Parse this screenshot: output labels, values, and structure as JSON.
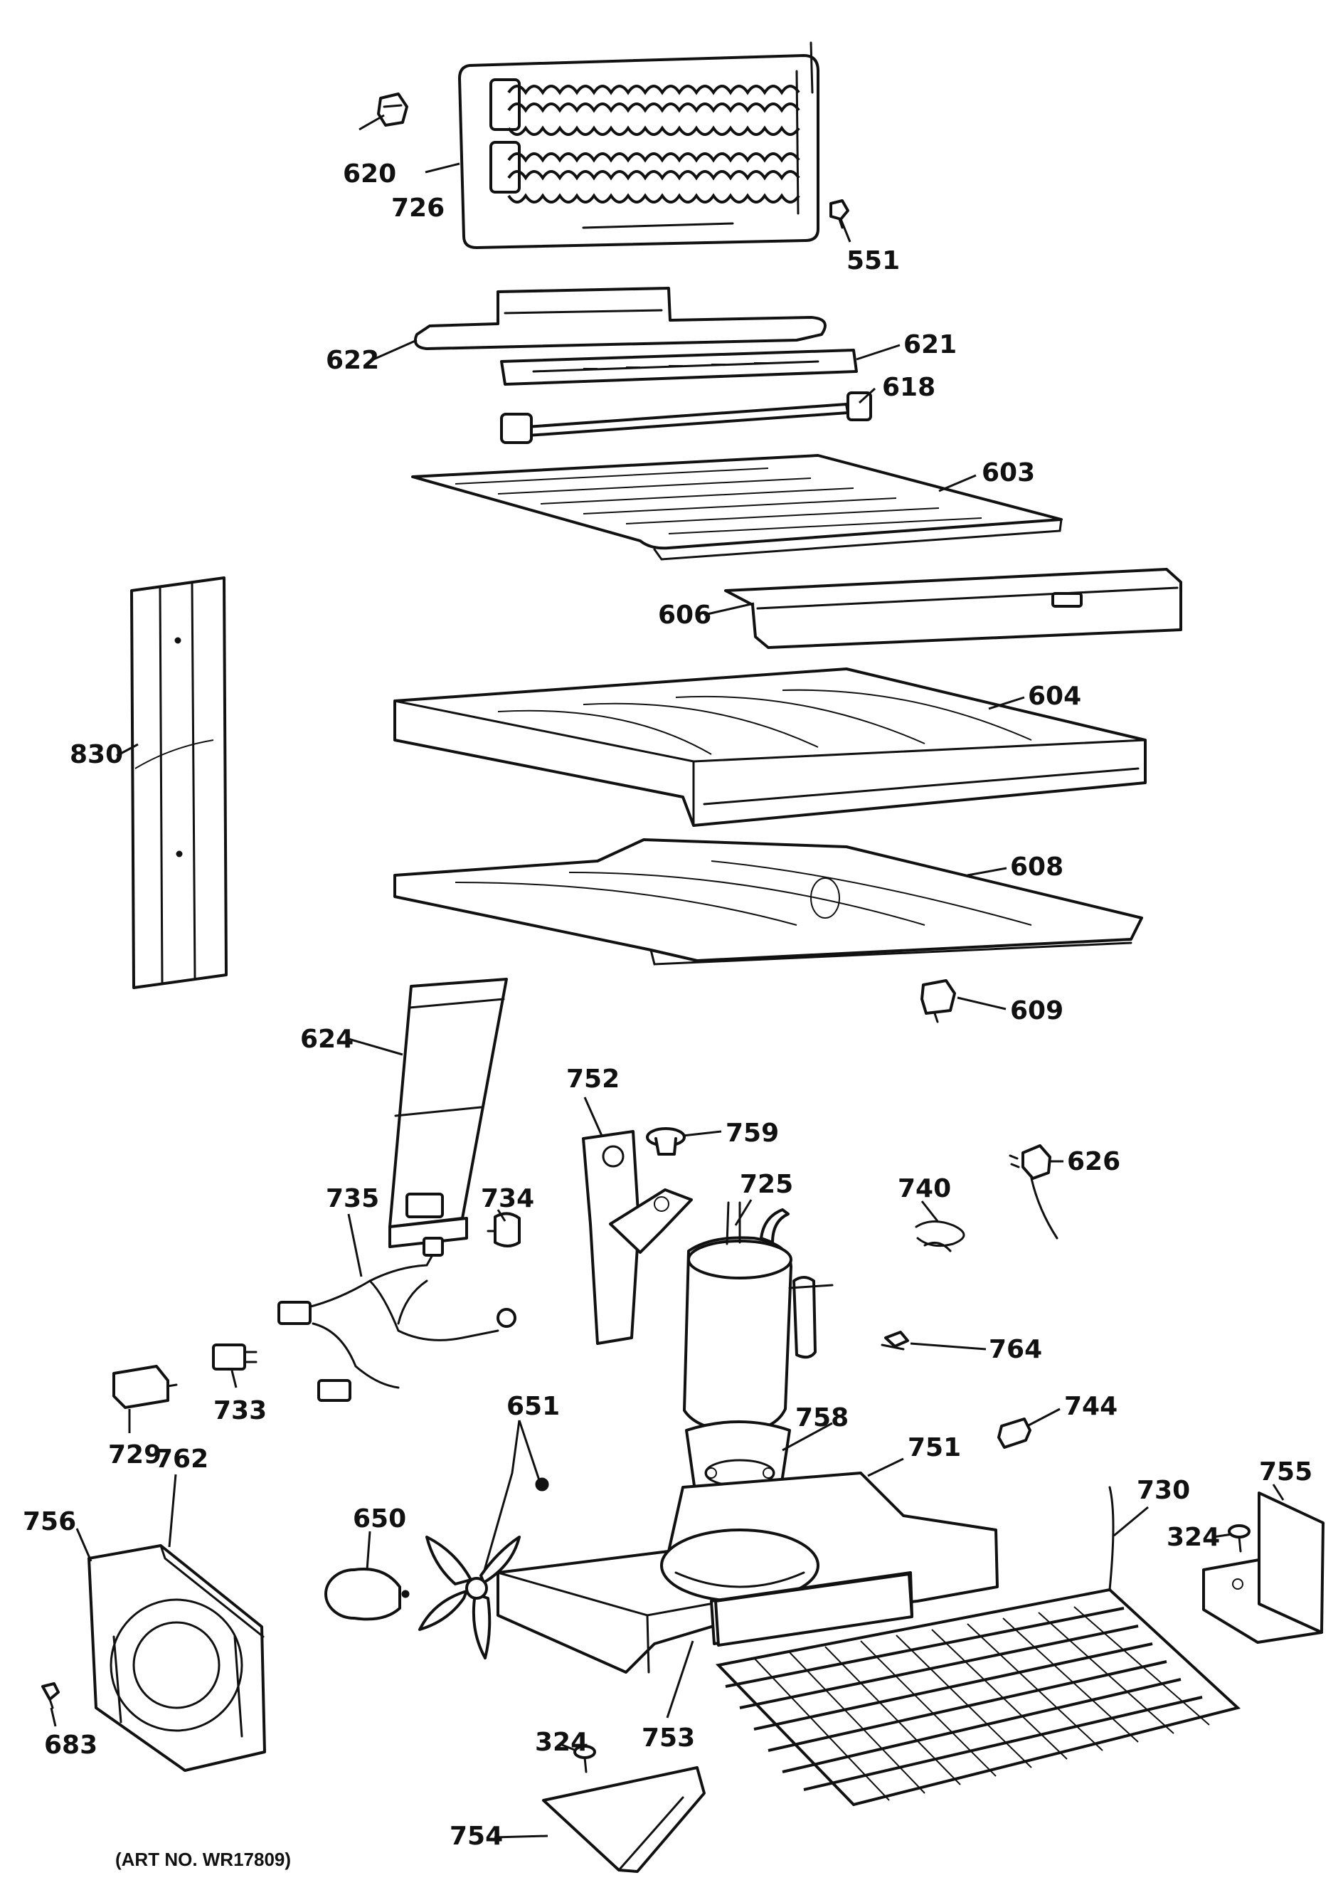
{
  "art_number": "(ART NO. WR17809)",
  "labels": {
    "p620": "620",
    "p726": "726",
    "p551": "551",
    "p622": "622",
    "p621": "621",
    "p618": "618",
    "p603": "603",
    "p606": "606",
    "p604": "604",
    "p830": "830",
    "p608": "608",
    "p609": "609",
    "p624": "624",
    "p752": "752",
    "p759": "759",
    "p725": "725",
    "p626": "626",
    "p740": "740",
    "p735": "735",
    "p734": "734",
    "p764": "764",
    "p733": "733",
    "p729": "729",
    "p744": "744",
    "p651": "651",
    "p758": "758",
    "p751": "751",
    "p762": "762",
    "p756": "756",
    "p650": "650",
    "p730": "730",
    "p755": "755",
    "p324a": "324",
    "p683": "683",
    "p753": "753",
    "p324b": "324",
    "p754": "754"
  }
}
